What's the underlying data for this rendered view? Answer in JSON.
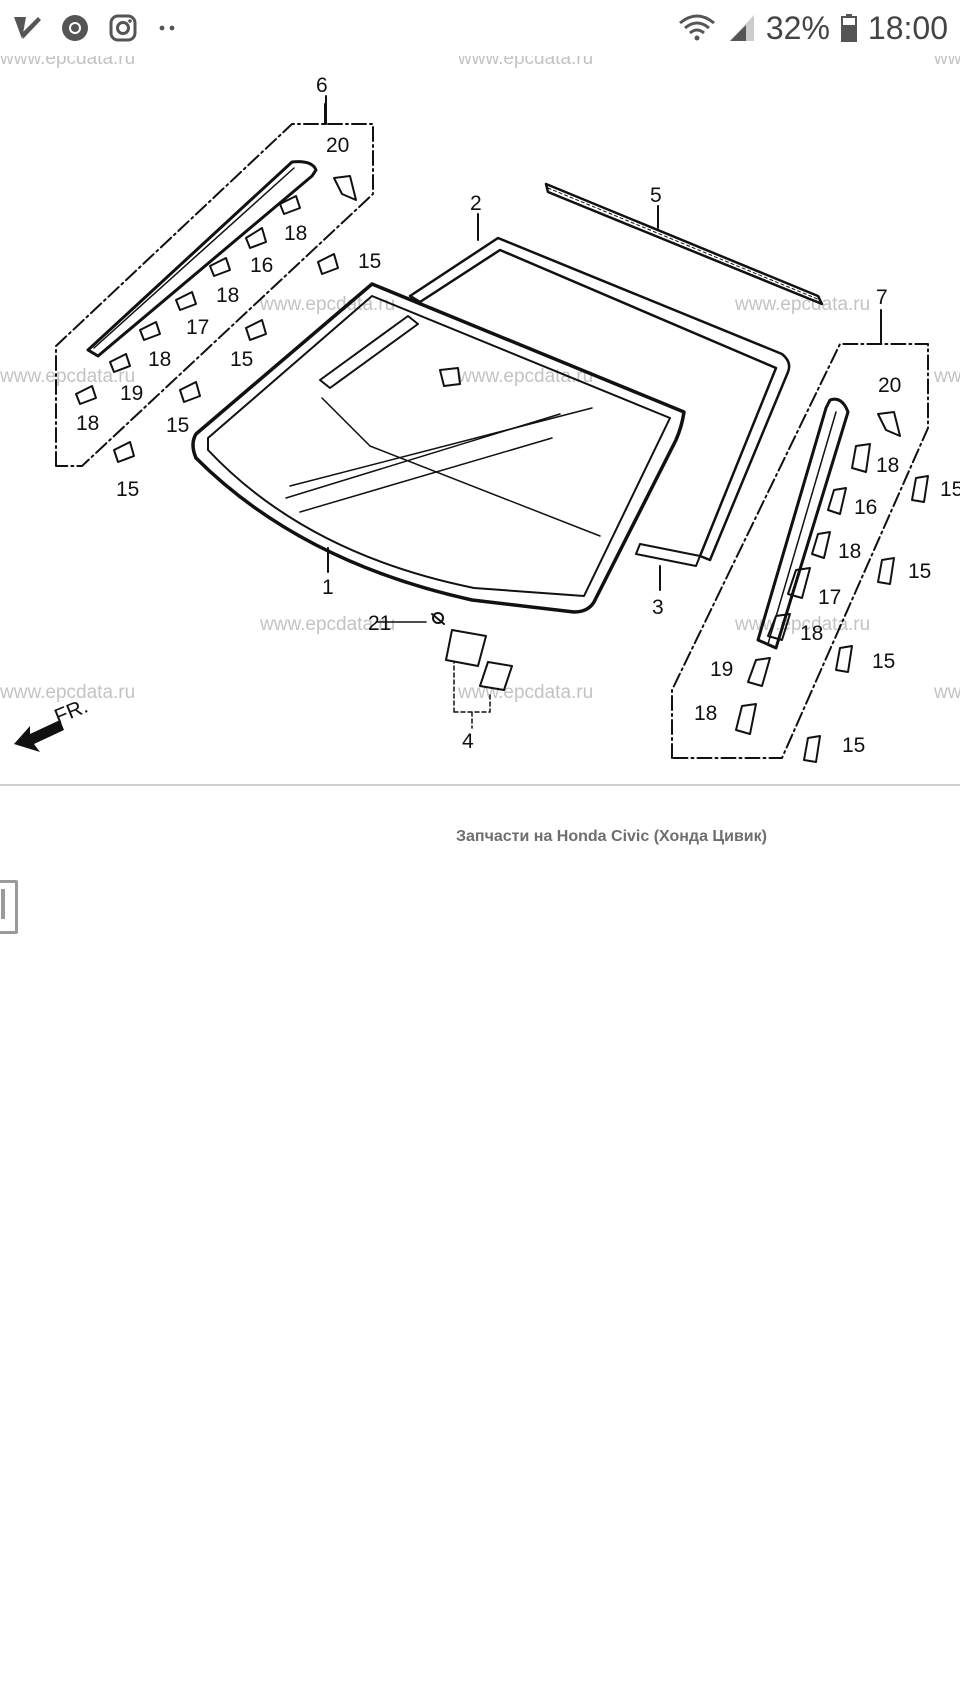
{
  "status_bar": {
    "icons_left": [
      "check-icon",
      "chrome-icon",
      "instagram-icon",
      "more-dots-icon"
    ],
    "battery_percent": "32%",
    "time": "18:00",
    "icons_right": [
      "wifi-icon",
      "signal-icon",
      "battery-icon"
    ]
  },
  "diagram": {
    "watermark": "www.epcdata.ru",
    "front_marker": "FR.",
    "callouts": {
      "c1": "1",
      "c2": "2",
      "c3": "3",
      "c4": "4",
      "c5": "5",
      "c6": "6",
      "c7": "7",
      "c15a": "15",
      "c15b": "15",
      "c15c": "15",
      "c15d": "15",
      "c15e": "15",
      "c15f": "15",
      "c15g": "15",
      "c15h": "15",
      "c16a": "16",
      "c16b": "16",
      "c17a": "17",
      "c17b": "17",
      "c18a": "18",
      "c18b": "18",
      "c18c": "18",
      "c18d": "18",
      "c18e": "18",
      "c18f": "18",
      "c18g": "18",
      "c18h": "18",
      "c19a": "19",
      "c19b": "19",
      "c20a": "20",
      "c20b": "20",
      "c21": "21"
    }
  },
  "caption": "Запчасти на Honda Civic (Хонда Цивик)",
  "colors": {
    "background": "#ffffff",
    "line_art": "#111111",
    "watermark": "#c3c3c3",
    "caption": "#6e6e6e"
  }
}
